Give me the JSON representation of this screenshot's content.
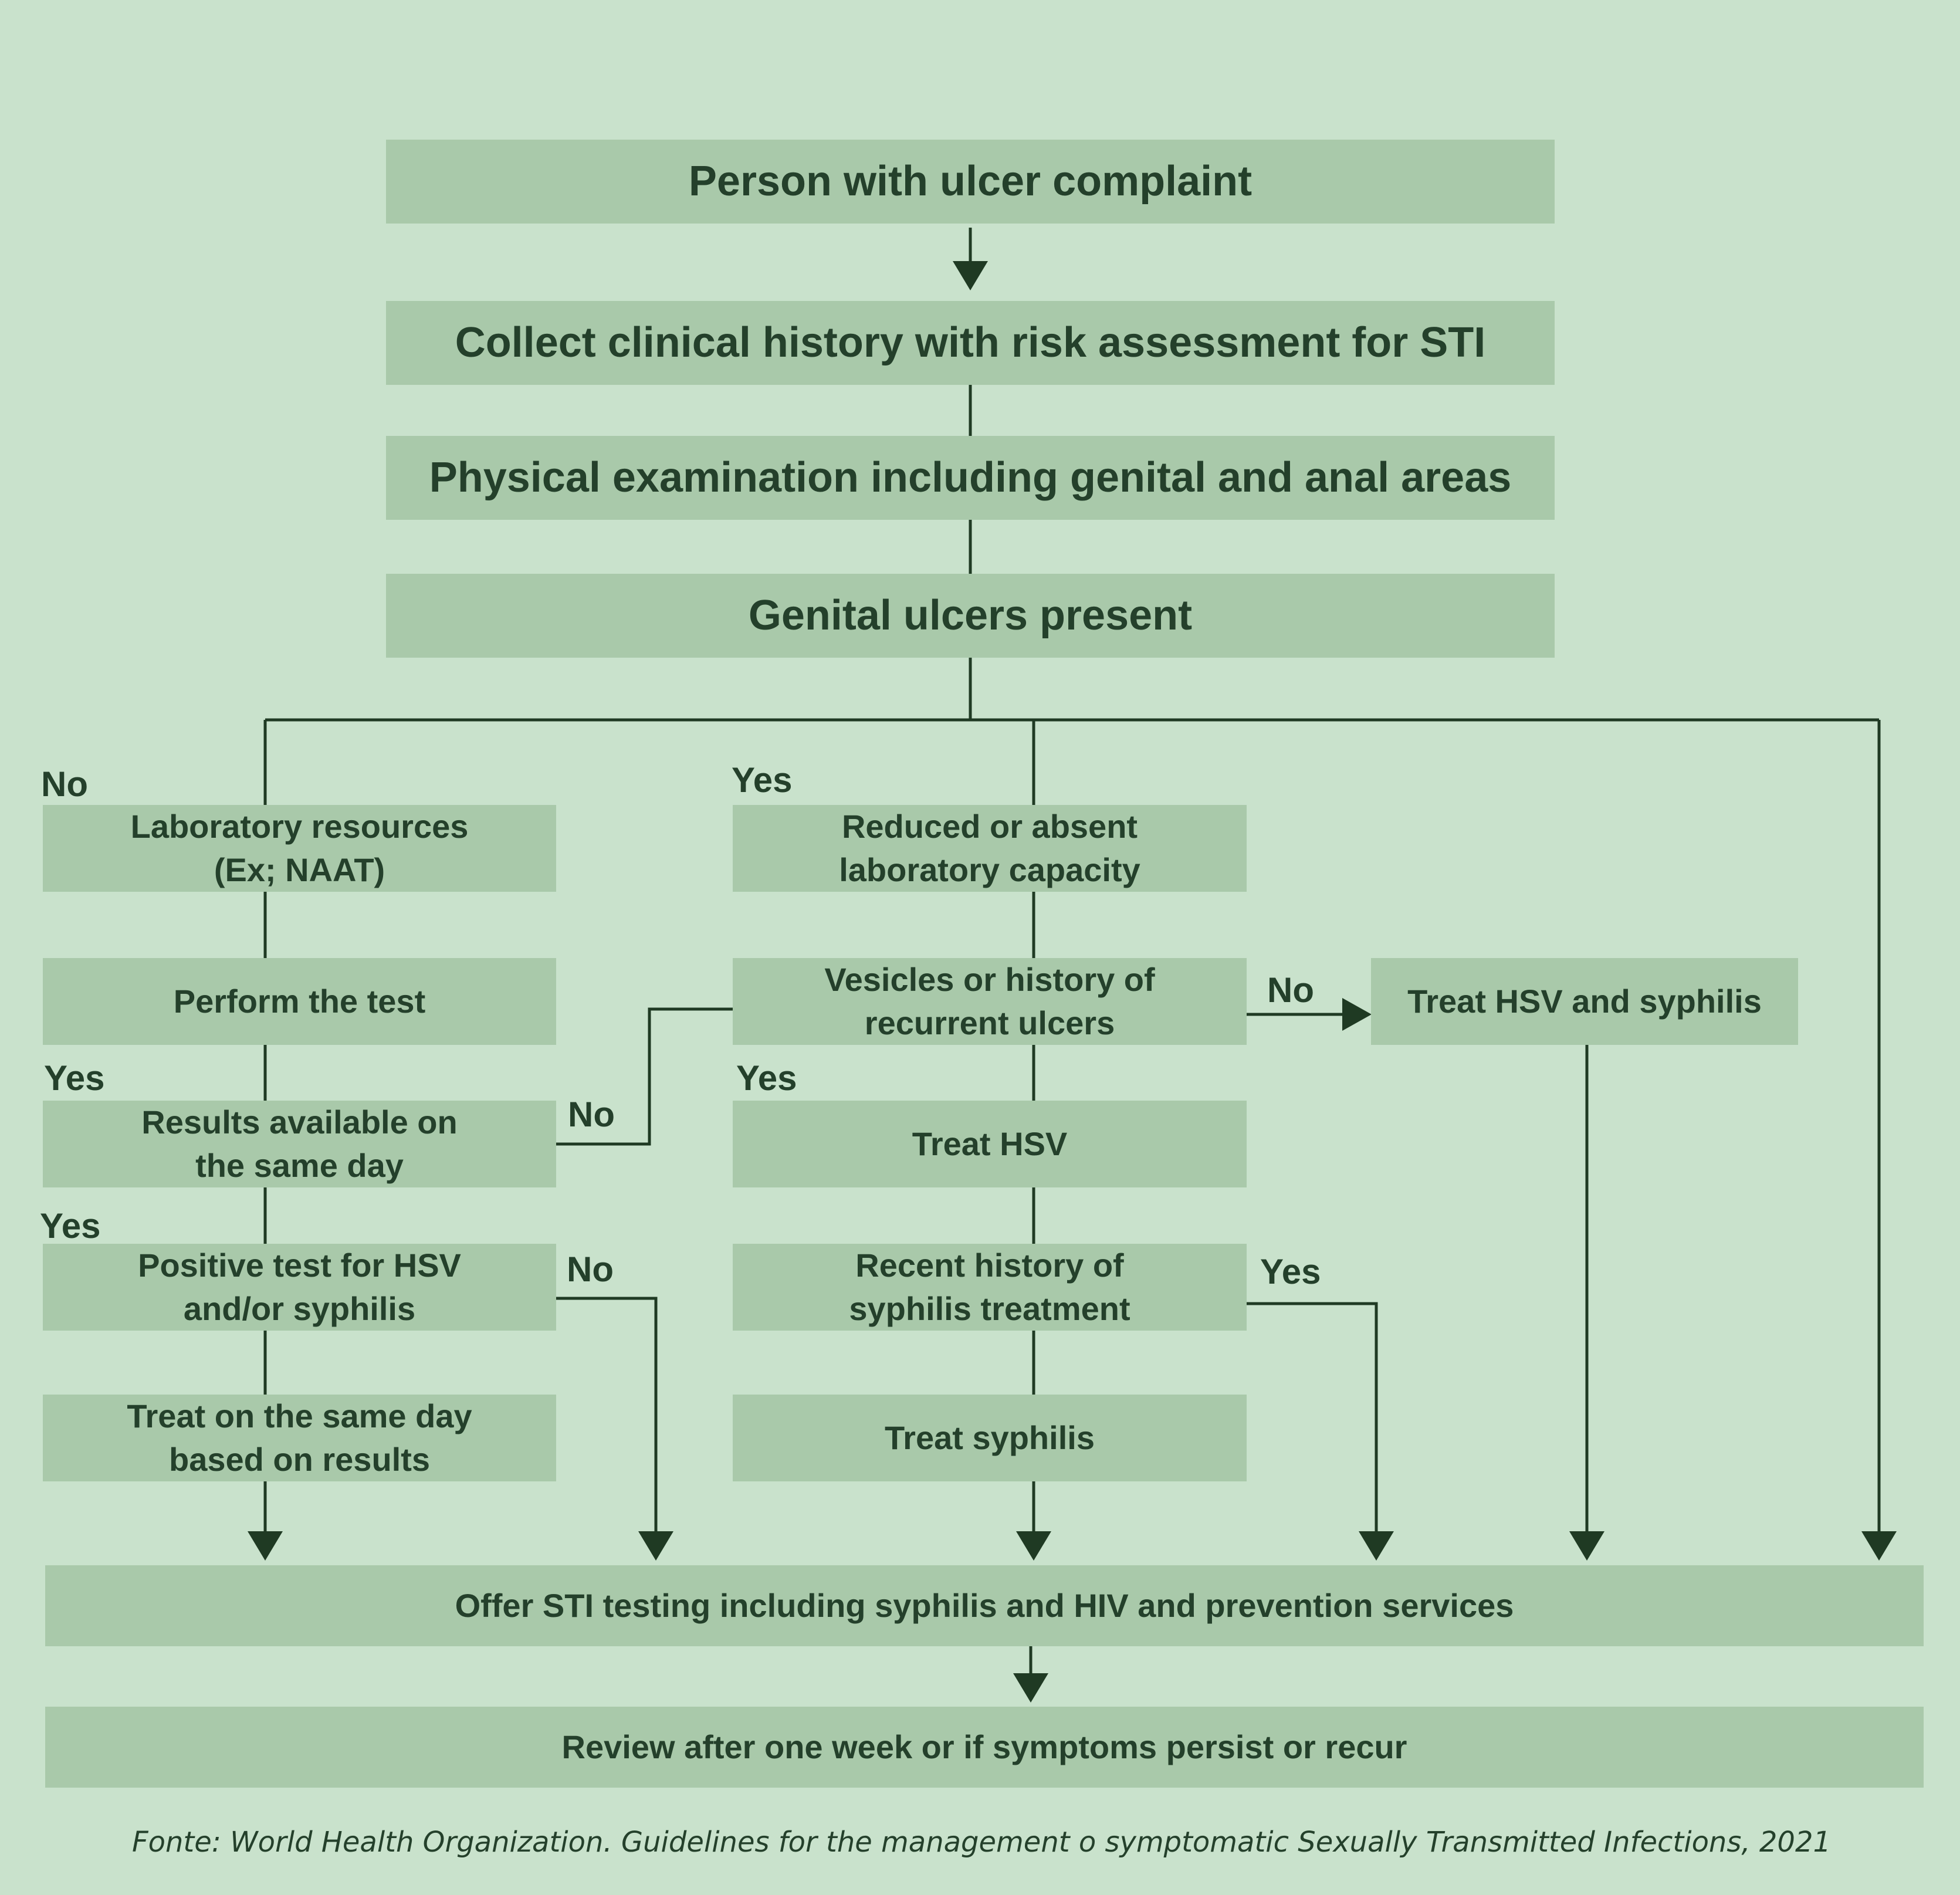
{
  "colors": {
    "background": "#c9e2cc",
    "box": "#a9c9aa",
    "text": "#24402b",
    "line": "#1f3a23"
  },
  "nodes": {
    "start": "Person with ulcer complaint",
    "history": "Collect clinical history with risk assessment for STI",
    "exam": "Physical examination including genital and anal areas",
    "ulcers": "Genital ulcers present",
    "lab_resources": "Laboratory resources\n(Ex; NAAT)",
    "perform_test": "Perform the test",
    "results_same_day": "Results available on\nthe same day",
    "positive_test": "Positive test for HSV\nand/or syphilis",
    "treat_same_day": "Treat on the same day\nbased on results",
    "reduced_capacity": "Reduced or absent\nlaboratory capacity",
    "vesicles": "Vesicles or history of\nrecurrent ulcers",
    "treat_hsv": "Treat HSV",
    "recent_syphilis": "Recent history of\nsyphilis treatment",
    "treat_syphilis": "Treat syphilis",
    "treat_hsv_syphilis": "Treat HSV and syphilis",
    "offer_testing": "Offer STI testing including syphilis and HIV and prevention services",
    "review": "Review after one week or if symptoms persist or recur"
  },
  "labels": {
    "no_lab": "No",
    "yes_reduced": "Yes",
    "yes_perform": "Yes",
    "no_results": "No",
    "yes_results": "Yes",
    "no_positive": "No",
    "no_vesicles": "No",
    "yes_vesicles": "Yes",
    "yes_recent": "Yes"
  },
  "source": "Fonte: World Health Organization. Guidelines for the management o symptomatic Sexually Transmitted Infections, 2021"
}
